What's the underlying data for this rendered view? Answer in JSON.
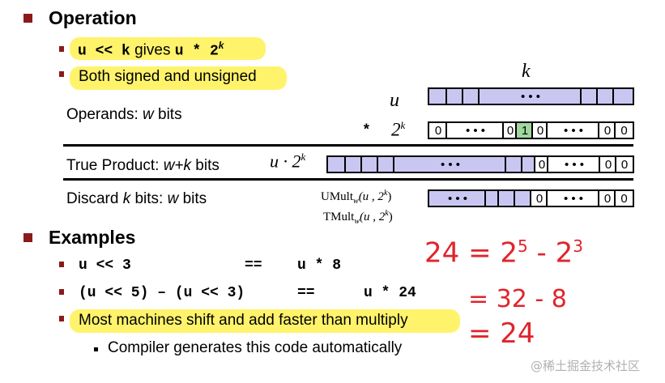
{
  "operation": {
    "heading": "Operation",
    "b1": {
      "code1": "u << k",
      "text": "gives",
      "code2": "u * 2",
      "exp": "k"
    },
    "b2": "Both signed and unsigned"
  },
  "diagram": {
    "k_label": "k",
    "u_label": "u",
    "operands_label": "Operands: ",
    "operands_w": "w",
    "operands_bits": " bits",
    "times": "*",
    "two": "2",
    "two_exp": "k",
    "dots": "• • •",
    "bits_zero": "0",
    "bits_one": "1",
    "true_product_label": "True Product: ",
    "true_product_w": "w+k",
    "true_product_bits": "  bits",
    "u_dot": "u · 2",
    "u_dot_exp": "k",
    "discard_label": "Discard ",
    "discard_k": "k",
    "discard_rest": "  bits: ",
    "discard_w": "w",
    "discard_bits": " bits",
    "umult": "UMult",
    "tmult": "TMult",
    "mult_sub": "w",
    "mult_args": "(u , 2",
    "mult_exp": "k",
    "mult_close": ")",
    "colors": {
      "register": "#c9c7f2",
      "one_cell": "#9fd79f"
    }
  },
  "examples": {
    "heading": "Examples",
    "e1_left": "u << 3",
    "e1_eq": "==",
    "e1_right": "u * 8",
    "e2_left": "(u << 5) – (u << 3)",
    "e2_eq": "==",
    "e2_right": "u * 24",
    "b3": "Most machines shift and add faster than multiply",
    "sub": "Compiler generates this code automatically"
  },
  "handwriting": {
    "line1": "24 = 2",
    "line1_exp1": "5",
    "line1_mid": " - 2",
    "line1_exp2": "3",
    "line2": "= 32 - 8",
    "line3": "= 24"
  },
  "watermark": "@稀土掘金技术社区"
}
